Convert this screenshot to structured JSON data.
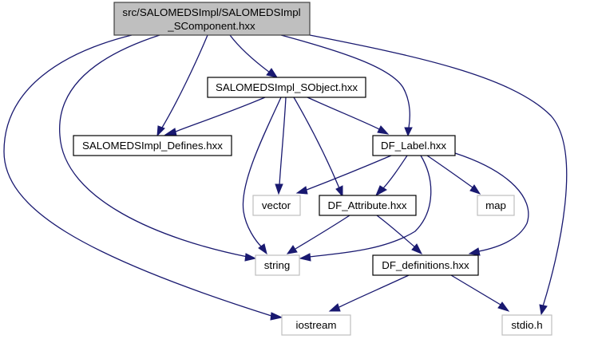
{
  "diagram": {
    "type": "include-dependency-graph",
    "edge_color": "#191970",
    "nodes": [
      {
        "id": "root",
        "kind": "root",
        "lines": [
          "src/SALOMEDSImpl/SALOMEDSImpl",
          "_SComponent.hxx"
        ],
        "fill": "#bfbfbf"
      },
      {
        "id": "sobject",
        "kind": "local",
        "lines": [
          "SALOMEDSImpl_SObject.hxx"
        ]
      },
      {
        "id": "defines",
        "kind": "local",
        "lines": [
          "SALOMEDSImpl_Defines.hxx"
        ]
      },
      {
        "id": "dflabel",
        "kind": "local",
        "lines": [
          "DF_Label.hxx"
        ]
      },
      {
        "id": "vector",
        "kind": "system",
        "lines": [
          "vector"
        ]
      },
      {
        "id": "dfattribute",
        "kind": "local",
        "lines": [
          "DF_Attribute.hxx"
        ]
      },
      {
        "id": "map",
        "kind": "system",
        "lines": [
          "map"
        ]
      },
      {
        "id": "string",
        "kind": "system",
        "lines": [
          "string"
        ]
      },
      {
        "id": "dfdefinitions",
        "kind": "local",
        "lines": [
          "DF_definitions.hxx"
        ]
      },
      {
        "id": "iostream",
        "kind": "system",
        "lines": [
          "iostream"
        ]
      },
      {
        "id": "stdio",
        "kind": "system",
        "lines": [
          "stdio.h"
        ]
      }
    ],
    "edges": [
      {
        "from": "root",
        "to": "sobject"
      },
      {
        "from": "root",
        "to": "defines"
      },
      {
        "from": "root",
        "to": "dflabel"
      },
      {
        "from": "root",
        "to": "string"
      },
      {
        "from": "root",
        "to": "iostream"
      },
      {
        "from": "root",
        "to": "stdio"
      },
      {
        "from": "sobject",
        "to": "defines"
      },
      {
        "from": "sobject",
        "to": "dflabel"
      },
      {
        "from": "sobject",
        "to": "vector"
      },
      {
        "from": "sobject",
        "to": "dfattribute"
      },
      {
        "from": "sobject",
        "to": "string"
      },
      {
        "from": "dflabel",
        "to": "vector"
      },
      {
        "from": "dflabel",
        "to": "dfattribute"
      },
      {
        "from": "dflabel",
        "to": "map"
      },
      {
        "from": "dflabel",
        "to": "string"
      },
      {
        "from": "dflabel",
        "to": "dfdefinitions"
      },
      {
        "from": "dfattribute",
        "to": "string"
      },
      {
        "from": "dfattribute",
        "to": "dfdefinitions"
      },
      {
        "from": "dfdefinitions",
        "to": "iostream"
      },
      {
        "from": "dfdefinitions",
        "to": "stdio"
      }
    ]
  }
}
